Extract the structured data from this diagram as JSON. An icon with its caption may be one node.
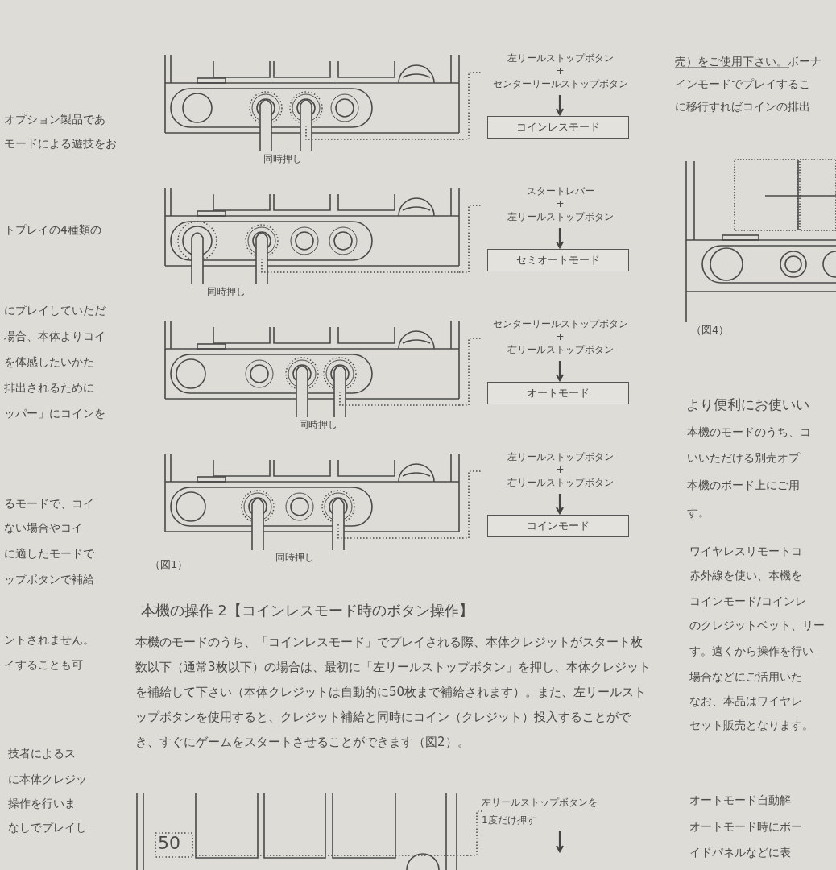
{
  "diagram": {
    "nodes": [
      {
        "text": [],
        "shape": "picture",
        "beside": [
          "同時押し"
        ]
      },
      {
        "text": [
          "左リールストップボタン",
          "+",
          "センターリールストップボタン"
        ]
      },
      {
        "text": [
          "コインレスモード"
        ]
      },
      {
        "text": [],
        "shape": "picture",
        "beside": [
          "同時押し"
        ]
      },
      {
        "text": [
          "スタートレバー",
          "+",
          "左リールストップボタン"
        ]
      },
      {
        "text": [
          "セミオートモード"
        ]
      },
      {
        "text": [],
        "shape": "picture",
        "beside": [
          "同時押し"
        ]
      },
      {
        "text": [
          "センターリールストップボタン",
          "+",
          "右リールストップボタン"
        ]
      },
      {
        "text": [
          "オートモード"
        ]
      },
      {
        "text": [],
        "shape": "picture",
        "beside": [
          "同時押し"
        ]
      },
      {
        "text": [
          "左リールストップボタン",
          "+",
          "右リールストップボタン"
        ]
      },
      {
        "text": [
          "コインモード"
        ]
      },
      {
        "text": [],
        "shape": "picture"
      },
      {
        "text": [
          "左リールストップボタンを1度だけ押す"
        ]
      }
    ],
    "edges": [
      {
        "from": 0,
        "to": 1,
        "arrow": "none",
        "style": "dashed"
      },
      {
        "from": 1,
        "to": 2,
        "arrow": "to"
      },
      {
        "from": 3,
        "to": 4,
        "arrow": "none",
        "style": "dashed"
      },
      {
        "from": 4,
        "to": 5,
        "arrow": "to"
      },
      {
        "from": 6,
        "to": 7,
        "arrow": "none",
        "style": "dashed"
      },
      {
        "from": 7,
        "to": 8,
        "arrow": "to"
      },
      {
        "from": 9,
        "to": 10,
        "arrow": "none",
        "style": "dashed"
      },
      {
        "from": 10,
        "to": 11,
        "arrow": "to"
      },
      {
        "from": 12,
        "to": 13,
        "arrow": "none",
        "style": "dashed"
      },
      {
        "from": 13,
        "to": null,
        "arrow": "to"
      }
    ],
    "labels": [
      "オプション製品であ",
      "モードによる遊技をお",
      "トプレイの4種類の",
      "にプレイしていただ",
      "場合、本体よりコイ",
      "を体感したいかた",
      "排出されるために",
      "ッパー」にコインを",
      "るモードで、コイ",
      "ない場合やコイ",
      "に適したモードで",
      "ップボタンで補給",
      "ントされません。",
      "イすることも可",
      "技者によるス",
      "に本体クレジッ",
      "操作を行いま",
      "なしでプレイし",
      "（図1）",
      "本機の操作 2【コインレスモード時のボタン操作】",
      "本機のモードのうち、「コインレスモード」でプレイされる際、本体クレジットがスタート枚数以下（通常3枚以下）の場合は、最初に「左リールストップボタン」を押し、本体クレジットを補給して下さい（本体クレジットは自動的に50枚まで補給されます）。また、左リールストップボタンを使用すると、クレジット補給と同時にコイン（クレジット）投入することができ、すぐにゲームをスタートさせることができます（図2）。",
      "50",
      "売）をご使用下さい。ボーナ",
      "インモードでプレイするこ",
      "に移行すればコインの排出",
      "（図4）",
      "より便利にお使いい",
      "本機のモードのうち、コ",
      "いいただける別売オプ",
      "本機のボード上にご用",
      "す。",
      "ワイヤレスリモートコ",
      "赤外線を使い、本機を",
      "コインモード/コインレ",
      "のクレジットベット、リー",
      "す。遠くから操作を行い",
      "場合などにご活用いた",
      "なお、本品はワイヤレ",
      "セット販売となります。",
      "オートモード自動解",
      "オートモード時にボー",
      "イドパネルなどに表"
    ]
  }
}
